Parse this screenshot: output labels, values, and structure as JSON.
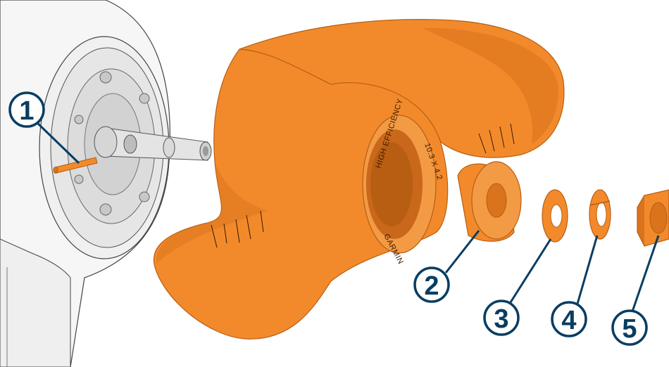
{
  "callouts": [
    {
      "id": "1",
      "label": "1",
      "part": "shaft-pin"
    },
    {
      "id": "2",
      "label": "2",
      "part": "spacer"
    },
    {
      "id": "3",
      "label": "3",
      "part": "flat-washer"
    },
    {
      "id": "4",
      "label": "4",
      "part": "lock-washer"
    },
    {
      "id": "5",
      "label": "5",
      "part": "nut"
    }
  ],
  "propeller": {
    "hub_text_top": "HIGH EFFICIENCY",
    "hub_text_side": "10.3 X 4.2",
    "hub_text_bottom": "GARMIN"
  },
  "colors": {
    "part_orange": "#f28a2c",
    "part_orange_dark": "#d9731c",
    "part_orange_shadow": "#b85e12",
    "motor_body": "#f4f4f4",
    "motor_line": "#444444",
    "callout_stroke": "#0a3d62",
    "callout_fill": "#ffffff"
  }
}
